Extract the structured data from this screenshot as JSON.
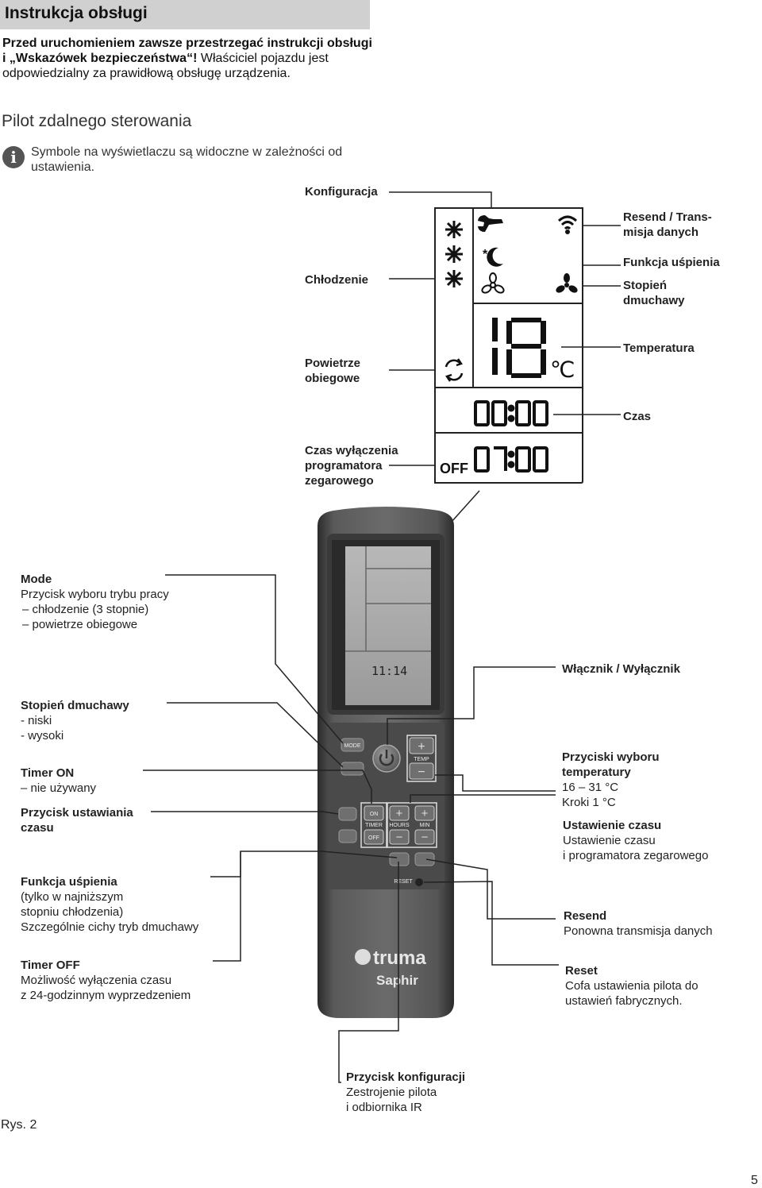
{
  "header": {
    "title": "Instrukcja obsługi"
  },
  "intro": {
    "bold": "Przed uruchomieniem zawsze przestrzegać instrukcji obsługi i „Wskazówek bezpieczeństwa“!",
    "normal": " Właściciel pojazdu jest odpowiedzialny za prawidłową obsługę urządzenia."
  },
  "section": {
    "title": "Pilot zdalnego sterowania"
  },
  "info": {
    "icon": "i",
    "text": "Symbole na wyświetlaczu są widoczne w zależności od ustawienia."
  },
  "display_labels": {
    "konfiguracja": "Konfiguracja",
    "chlodzenie": "Chłodzenie",
    "powietrze_line1": "Powietrze",
    "powietrze_line2": "obiegowe",
    "czas_wyl_line1": "Czas wyłączenia",
    "czas_wyl_line2": "programatora",
    "czas_wyl_line3": "zegarowego",
    "resend_line1": "Resend / Trans-",
    "resend_line2": "misja danych",
    "funkcja_uspienia": "Funkcja uśpienia",
    "stopien_line1": "Stopień",
    "stopien_line2": "dmuchawy",
    "temperatura": "Temperatura",
    "czas": "Czas"
  },
  "lcd": {
    "temp_digits": "18",
    "temp_unit": "℃",
    "clock": "00:00",
    "off_label": "OFF",
    "off_time": "07:00",
    "remote_clock": "11:14"
  },
  "remote": {
    "brand": "truma",
    "model": "Saphir",
    "mode_btn": "MODE",
    "temp_btn": "TEMP",
    "on_btn": "ON",
    "timer_btn": "TIMER",
    "off_btn": "OFF",
    "hours_btn": "HOURS",
    "min_btn": "MIN",
    "reset_btn": "RESET"
  },
  "left_labels": {
    "mode": {
      "title": "Mode",
      "lines": [
        "Przycisk wyboru trybu pracy",
        "– chłodzenie (3 stopnie)",
        "– powietrze obiegowe"
      ]
    },
    "fan": {
      "title": "Stopień dmuchawy",
      "lines": [
        "- niski",
        "- wysoki"
      ]
    },
    "timer_on": {
      "title": "Timer ON",
      "lines": [
        "– nie używany"
      ]
    },
    "set_time_line1": "Przycisk ustawiania",
    "set_time_line2": "czasu",
    "sleep": {
      "title": "Funkcja uśpienia",
      "lines": [
        "(tylko w najniższym",
        "stopniu chłodzenia)",
        "Szczególnie cichy tryb dmuchawy"
      ]
    },
    "timer_off": {
      "title": "Timer OFF",
      "lines": [
        "Możliwość wyłączenia czasu",
        "z 24-godzinnym wyprzedzeniem"
      ]
    }
  },
  "right_labels": {
    "power": "Włącznik / Wyłącznik",
    "temp_sel": {
      "title_line1": "Przyciski wyboru",
      "title_line2": "temperatury",
      "lines": [
        "16 – 31 °C",
        "Kroki 1 °C"
      ]
    },
    "time_set": {
      "title": "Ustawienie czasu",
      "lines": [
        "Ustawienie czasu",
        "i programatora zegarowego"
      ]
    },
    "resend": {
      "title": "Resend",
      "lines": [
        "Ponowna transmisja danych"
      ]
    },
    "reset": {
      "title": "Reset",
      "lines": [
        "Cofa ustawienia pilota do",
        "ustawień fabrycznych."
      ]
    }
  },
  "bottom_label": {
    "title": "Przycisk konfiguracji",
    "lines": [
      "Zestrojenie pilota",
      "i odbiornika IR"
    ]
  },
  "figure": "Rys. 2",
  "page_number": "5"
}
